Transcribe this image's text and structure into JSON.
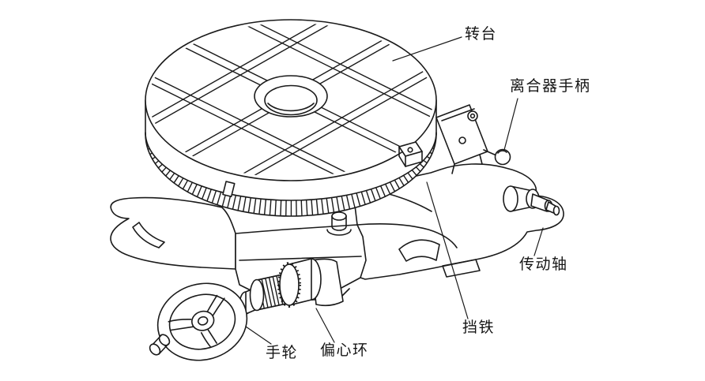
{
  "diagram": {
    "labels": {
      "rotary_table": "转台",
      "clutch_handle": "离合器手柄",
      "drive_shaft": "传动轴",
      "stop_block": "挡铁",
      "eccentric_ring": "偏心环",
      "handwheel": "手轮"
    },
    "colors": {
      "ink": "#1a1a1a",
      "background": "#ffffff"
    }
  }
}
